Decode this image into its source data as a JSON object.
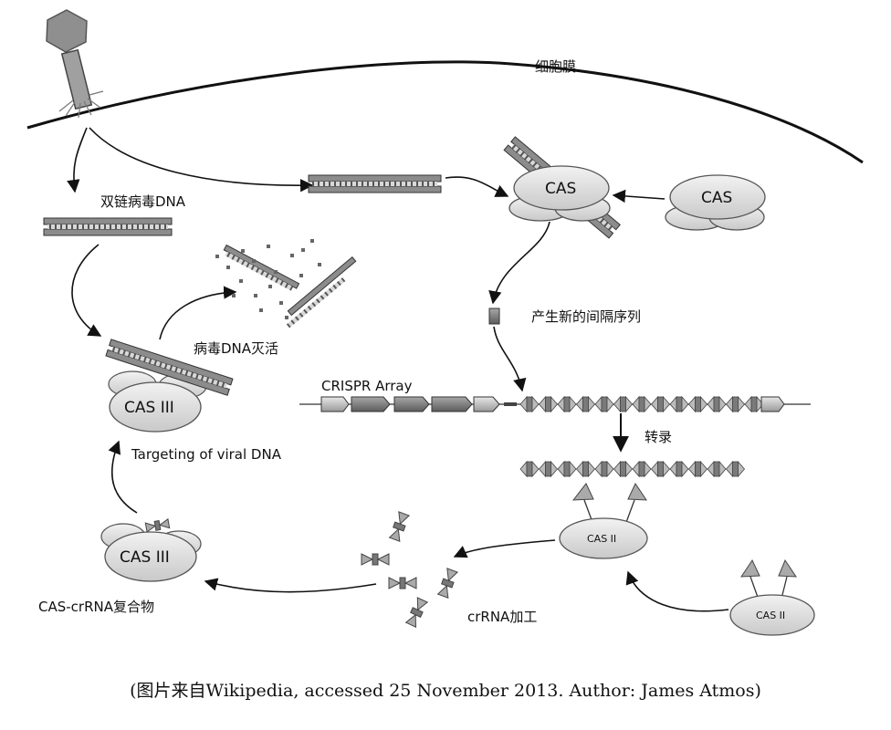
{
  "labels": {
    "membrane": "细胞膜",
    "viral_dsdna": "双链病毒DNA",
    "new_spacer": "产生新的间隔序列",
    "crispr_array": "CRISPR Array",
    "transcription": "转录",
    "dna_inactivation": "病毒DNA灭活",
    "targeting": "Targeting of viral DNA",
    "cas_crrna_complex": "CAS-crRNA复合物",
    "crrna_processing": "crRNA加工"
  },
  "proteins": {
    "cas": "CAS",
    "cas_ii": "CAS II",
    "cas_iii": "CAS III"
  },
  "caption": "(图片来自Wikipedia, accessed 25 November 2013. Author: James Atmos)"
}
